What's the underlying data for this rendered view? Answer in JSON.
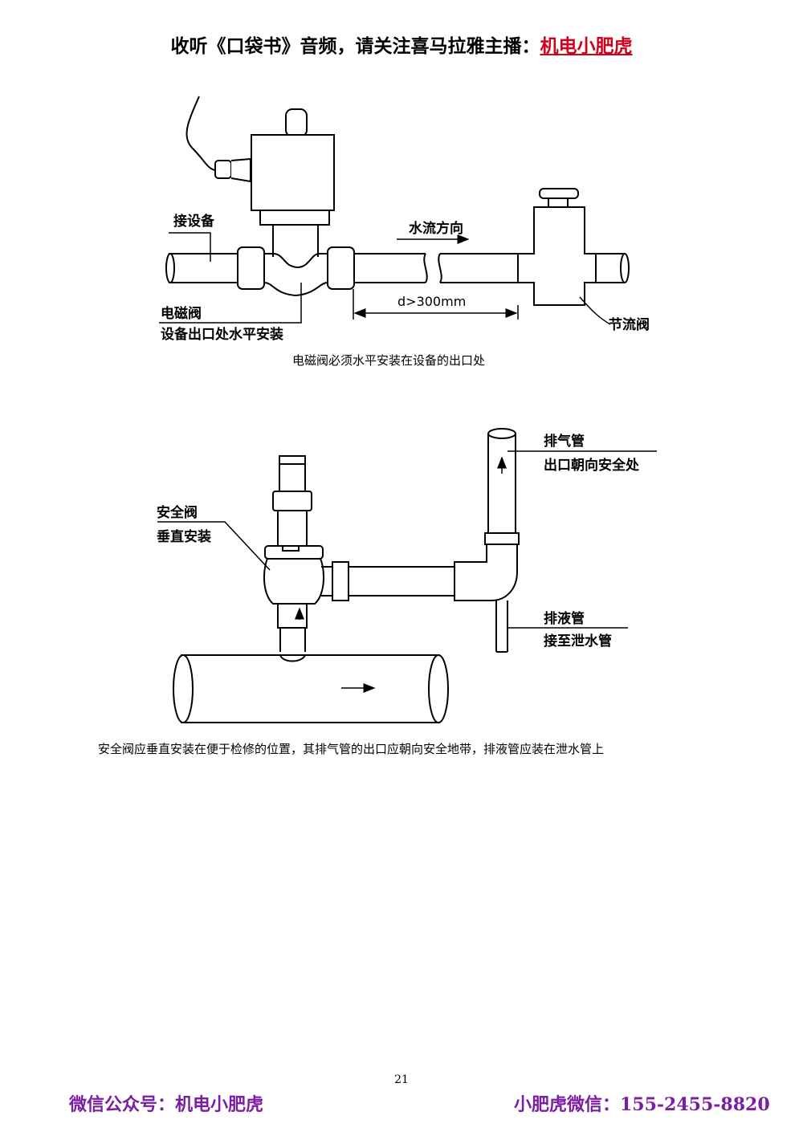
{
  "header": {
    "prefix": "收听《口袋书》音频，请关注喜马拉雅主播：",
    "host": "机电小肥虎"
  },
  "figure1": {
    "label_connect": "接设备",
    "label_flow": "水流方向",
    "label_distance": "d>300mm",
    "label_valve": "电磁阀",
    "label_valve_note": "设备出口处水平安装",
    "label_throttle": "节流阀",
    "caption": "电磁阀必须水平安装在设备的出口处"
  },
  "figure2": {
    "label_vent": "排气管",
    "label_vent_note": "出口朝向安全处",
    "label_safety": "安全阀",
    "label_safety_note": "垂直安装",
    "label_drain": "排液管",
    "label_drain_note": "接至泄水管",
    "caption": "安全阀应垂直安装在便于检修的位置，其排气管的出口应朝向安全地带，排液管应装在泄水管上"
  },
  "page_number": "21",
  "footer": {
    "left": "微信公众号：机电小肥虎",
    "right": "小肥虎微信：155-2455-8820"
  },
  "colors": {
    "host": "#d0021b",
    "footer": "#7b1fa2"
  }
}
